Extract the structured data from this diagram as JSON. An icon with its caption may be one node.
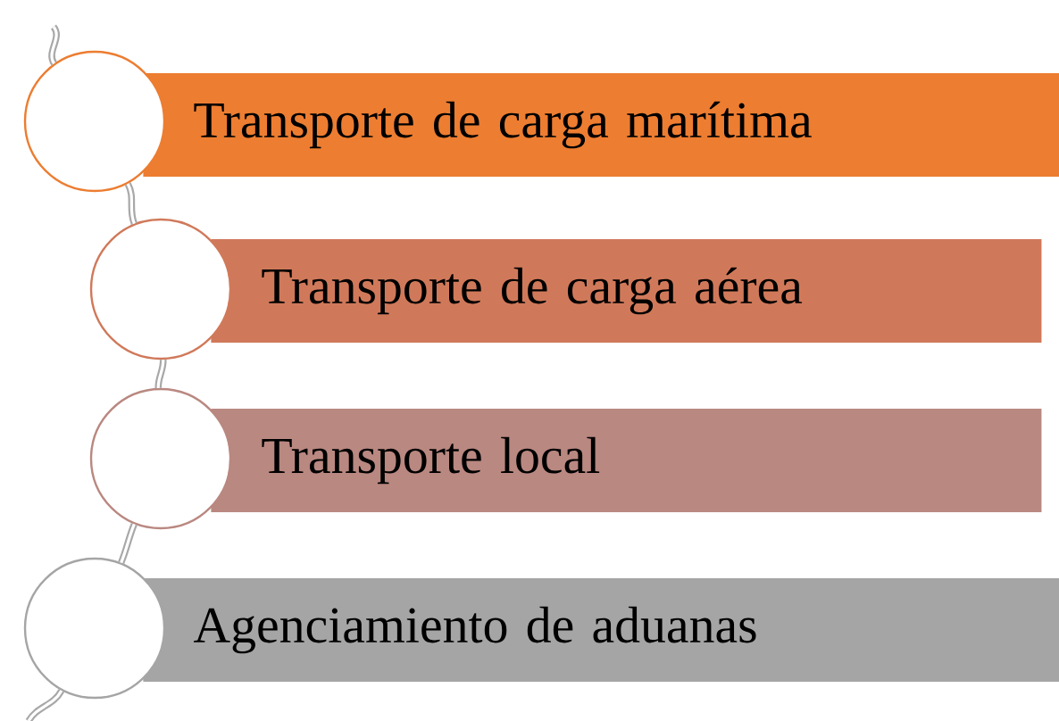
{
  "diagram": {
    "nodes": [
      {
        "text": [],
        "shape": "circle"
      },
      {
        "text": [
          "Transporte de carga marítima"
        ]
      },
      {
        "text": [],
        "shape": "circle"
      },
      {
        "text": [
          "Transporte de carga aérea"
        ]
      },
      {
        "text": [],
        "shape": "circle"
      },
      {
        "text": [
          "Transporte local"
        ]
      },
      {
        "text": [],
        "shape": "circle"
      },
      {
        "text": [
          "Agenciamiento de aduanas"
        ]
      }
    ],
    "edges": [
      {
        "from": null,
        "to": 0,
        "arrow": "none"
      },
      {
        "from": 0,
        "to": 2,
        "arrow": "none"
      },
      {
        "from": 2,
        "to": 4,
        "arrow": "none"
      },
      {
        "from": 4,
        "to": 6,
        "arrow": "none"
      },
      {
        "from": 6,
        "to": null,
        "arrow": "none"
      }
    ]
  }
}
